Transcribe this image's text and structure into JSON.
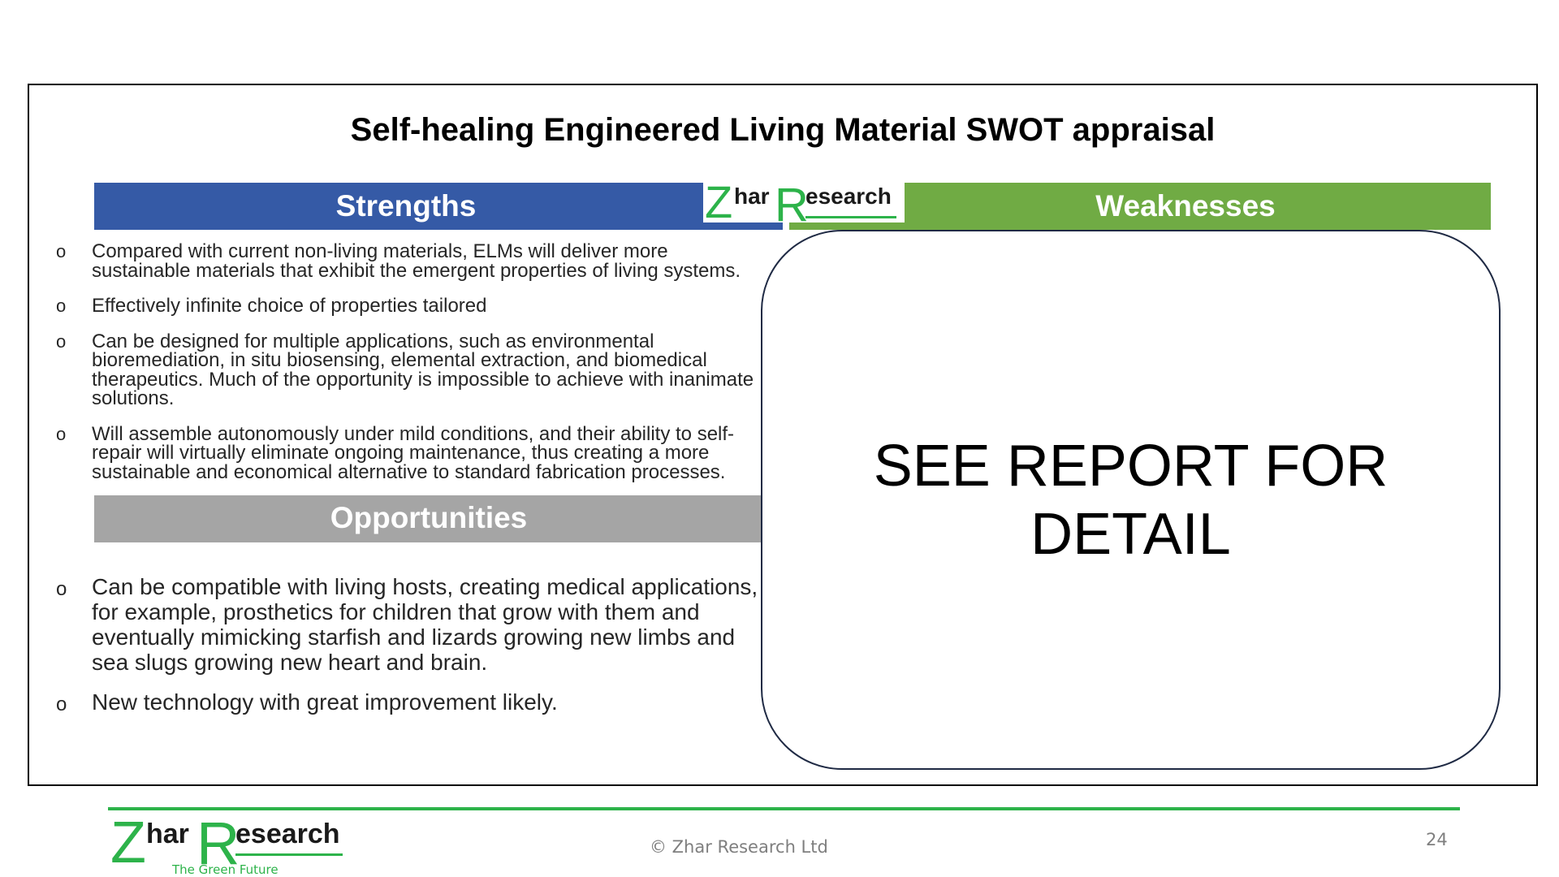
{
  "slide": {
    "title": "Self-healing Engineered Living Material SWOT appraisal"
  },
  "logo": {
    "letter_z": "Z",
    "part_har": "har",
    "letter_r": "R",
    "part_esearch": "esearch",
    "tagline": "The Green Future"
  },
  "strengths": {
    "heading": "Strengths",
    "bullet": "o",
    "items": [
      "Compared with current non-living materials, ELMs will deliver more sustainable materials that exhibit the emergent properties of living systems.",
      "Effectively infinite choice of properties tailored",
      "Can be designed for multiple applications, such as environmental bioremediation, in situ biosensing, elemental extraction, and biomedical therapeutics. Much of the opportunity is impossible to achieve with inanimate solutions.",
      "Will assemble autonomously under mild conditions, and their ability to self-repair will virtually eliminate ongoing maintenance, thus creating a more sustainable and economical alternative to standard fabrication processes."
    ]
  },
  "weaknesses": {
    "heading": "Weaknesses",
    "detail_text": "SEE REPORT FOR DETAIL"
  },
  "opportunities": {
    "heading": "Opportunities",
    "items": [
      "Can be compatible with living hosts, creating medical applications, for example, prosthetics for children that grow with them and eventually mimicking starfish and lizards growing new limbs and sea slugs growing new heart and brain.",
      "New technology with great improvement likely."
    ]
  },
  "footer": {
    "copyright": "© Zhar Research Ltd",
    "page_number": "24"
  },
  "colors": {
    "strengths": "#355aa6",
    "weaknesses": "#70ab44",
    "opportunities": "#a5a5a5",
    "brand_green": "#2db34a"
  }
}
